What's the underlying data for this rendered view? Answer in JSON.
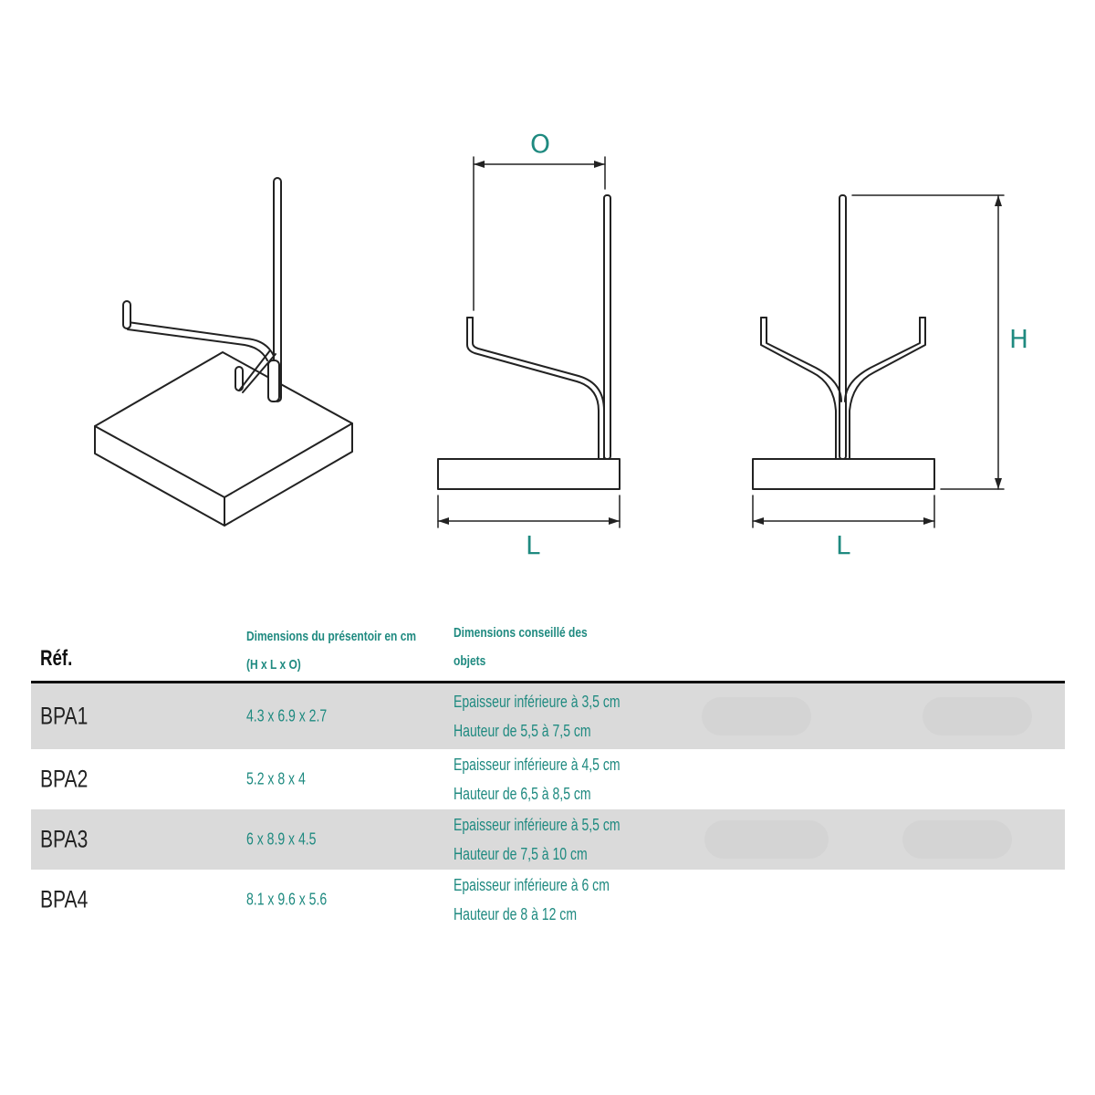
{
  "diagram": {
    "views": [
      {
        "name": "isometric-view",
        "labels": []
      },
      {
        "name": "side-view",
        "labels": [
          "O",
          "L"
        ]
      },
      {
        "name": "front-view",
        "labels": [
          "H",
          "L"
        ]
      }
    ],
    "labels": {
      "offset": "O",
      "length_side": "L",
      "length_front": "L",
      "height": "H"
    }
  },
  "table": {
    "headers": {
      "ref": "Réf.",
      "dimensions_line1": "Dimensions du présentoir en cm",
      "dimensions_line2": "(H x L x O)",
      "objects_line1": "Dimensions conseillé des",
      "objects_line2": "objets"
    },
    "rows": [
      {
        "ref": "BPA1",
        "dimensions": "4.3 x 6.9 x 2.7",
        "thickness": "Epaisseur inférieure à 3,5 cm",
        "height": "Hauteur de 5,5 à 7,5 cm"
      },
      {
        "ref": "BPA2",
        "dimensions": "5.2 x 8 x 4",
        "thickness": "Epaisseur inférieure à 4,5 cm",
        "height": "Hauteur de 6,5 à 8,5 cm"
      },
      {
        "ref": "BPA3",
        "dimensions": "6 x 8.9 x 4.5",
        "thickness": "Epaisseur inférieure à 5,5 cm",
        "height": "Hauteur de 7,5 à 10 cm"
      },
      {
        "ref": "BPA4",
        "dimensions": "8.1 x 9.6 x 5.6",
        "thickness": "Epaisseur inférieure à 6 cm",
        "height": "Hauteur de 8 à 12 cm"
      }
    ]
  },
  "colors": {
    "accent": "#1f8a80",
    "row_stripe": "#dadada",
    "rule": "#111111"
  }
}
